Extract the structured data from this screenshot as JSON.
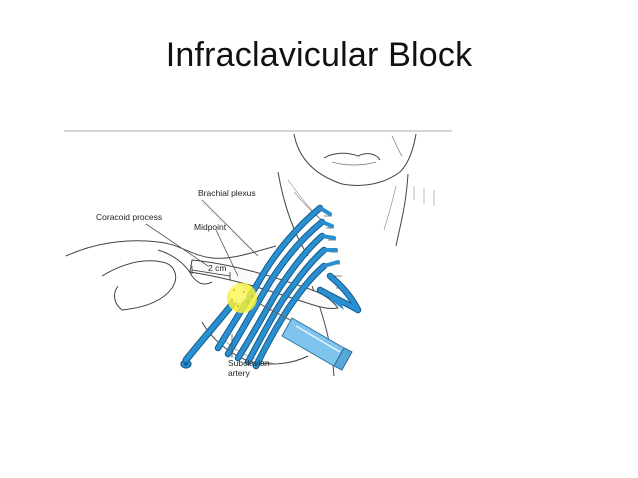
{
  "slide": {
    "title": "Infraclavicular Block"
  },
  "diagram": {
    "labels": {
      "coracoid": "Coracoid process",
      "plexus": "Brachial plexus",
      "midpoint": "Midpoint",
      "distance": "2 cm",
      "subclavian_line1": "Subclavian",
      "subclavian_line2": "artery"
    },
    "colors": {
      "nerve": "#2a8fd0",
      "nerve_dark": "#155c8c",
      "highlight": "#f4f03a",
      "line": "#555555",
      "needle": "#7fc4ec"
    }
  }
}
